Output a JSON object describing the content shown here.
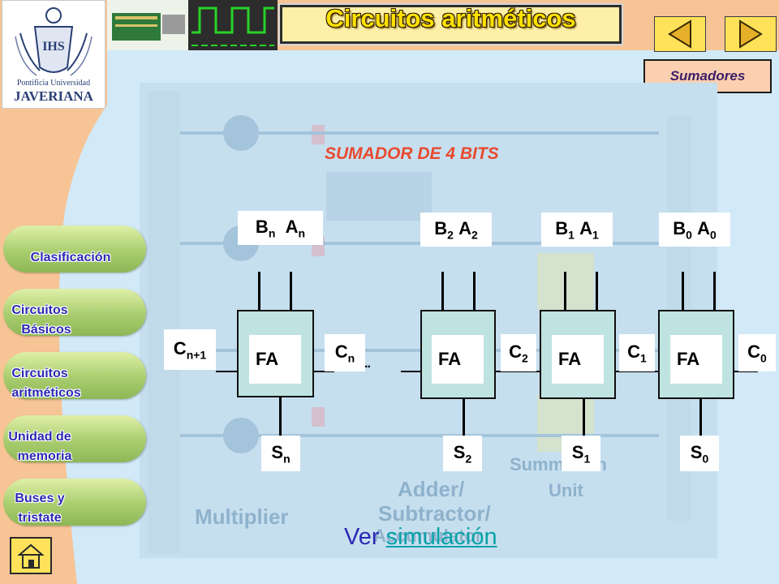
{
  "header": {
    "title": "Circuitos aritméticos",
    "section_badge": "Sumadores",
    "prev_label": "anterior",
    "next_label": "siguiente"
  },
  "logo": {
    "line1": "Pontificia Universidad",
    "line2": "JAVERIANA",
    "monogram": "IHS"
  },
  "sidebar": {
    "items": [
      {
        "line1": "Clasificación",
        "line2": ""
      },
      {
        "line1": "Circuitos",
        "line2": "Básicos"
      },
      {
        "line1": "Circuitos",
        "line2": "aritméticos"
      },
      {
        "line1": "Unidad de",
        "line2": "memoria"
      },
      {
        "line1": "Buses y",
        "line2": "tristate"
      }
    ]
  },
  "background_words": {
    "multiplier": "Multiplier",
    "adder": "Adder/",
    "subtractor": "Subtractor/",
    "accumulator": "Accumulator",
    "summation": "Summation",
    "unit": "Unit"
  },
  "circuit": {
    "title": "SUMADOR DE 4 BITS",
    "fa_label": "FA",
    "stages": [
      {
        "b": "B",
        "b_sub": "n",
        "a": "A",
        "a_sub": "n",
        "s": "S",
        "s_sub": "n",
        "c": "C",
        "c_sub": "n"
      },
      {
        "b": "B",
        "b_sub": "2",
        "a": "A",
        "a_sub": "2",
        "s": "S",
        "s_sub": "2",
        "c": "C",
        "c_sub": "2"
      },
      {
        "b": "B",
        "b_sub": "1",
        "a": "A",
        "a_sub": "1",
        "s": "S",
        "s_sub": "1",
        "c": "C",
        "c_sub": "1"
      },
      {
        "b": "B",
        "b_sub": "0",
        "a": "A",
        "a_sub": "0",
        "s": "S",
        "s_sub": "0",
        "c": "C",
        "c_sub": "0"
      }
    ],
    "carry_out": {
      "c": "C",
      "c_sub": "n+1"
    },
    "gap_dots": "..........."
  },
  "footer": {
    "ver_prefix": "Ver",
    "link_text": "simulación"
  },
  "colors": {
    "accent_red": "#e84a2f",
    "link_blue": "#2c28b4",
    "title_yellow": "#ffe100"
  },
  "icons": {
    "prev": "triangle-left-icon",
    "next": "triangle-right-icon",
    "home": "home-icon"
  }
}
